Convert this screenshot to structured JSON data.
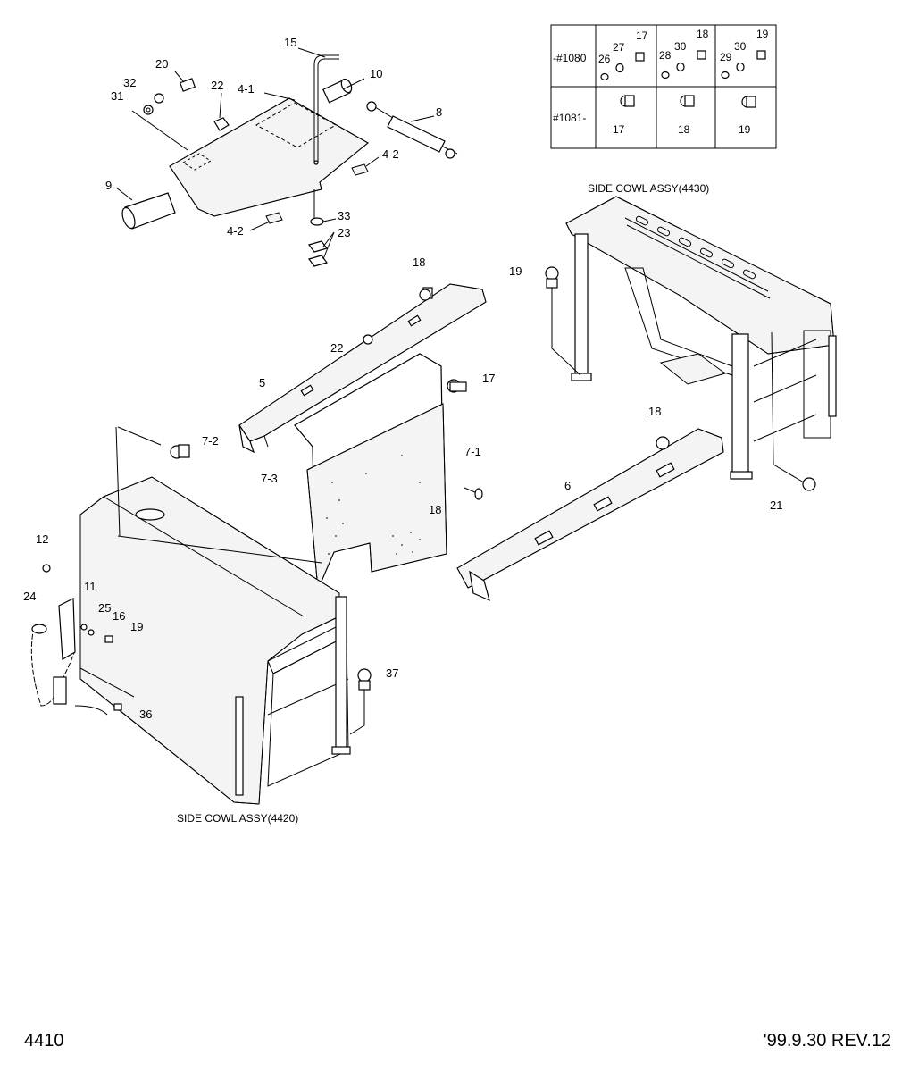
{
  "table": {
    "rows": [
      {
        "label": "-#1080",
        "groups": [
          [
            "26",
            "27",
            "17"
          ],
          [
            "28",
            "30",
            "18"
          ],
          [
            "29",
            "30",
            "19"
          ]
        ]
      },
      {
        "label": "#1081-",
        "groups": [
          [
            "17"
          ],
          [
            "18"
          ],
          [
            "19"
          ]
        ]
      }
    ]
  },
  "captions": {
    "side_cowl_left": "SIDE COWL ASSY(4420)",
    "side_cowl_right": "SIDE COWL ASSY(4430)"
  },
  "callouts": [
    "15",
    "20",
    "10",
    "32",
    "22",
    "4-1",
    "31",
    "8",
    "4-2",
    "9",
    "33",
    "4-2",
    "23",
    "18",
    "19",
    "22",
    "5",
    "17",
    "18",
    "7-2",
    "7-1",
    "7-3",
    "6",
    "18",
    "21",
    "12",
    "11",
    "24",
    "25",
    "16",
    "19",
    "37",
    "36"
  ],
  "footer": {
    "page_number": "4410",
    "revision": "'99.9.30 REV.12"
  }
}
